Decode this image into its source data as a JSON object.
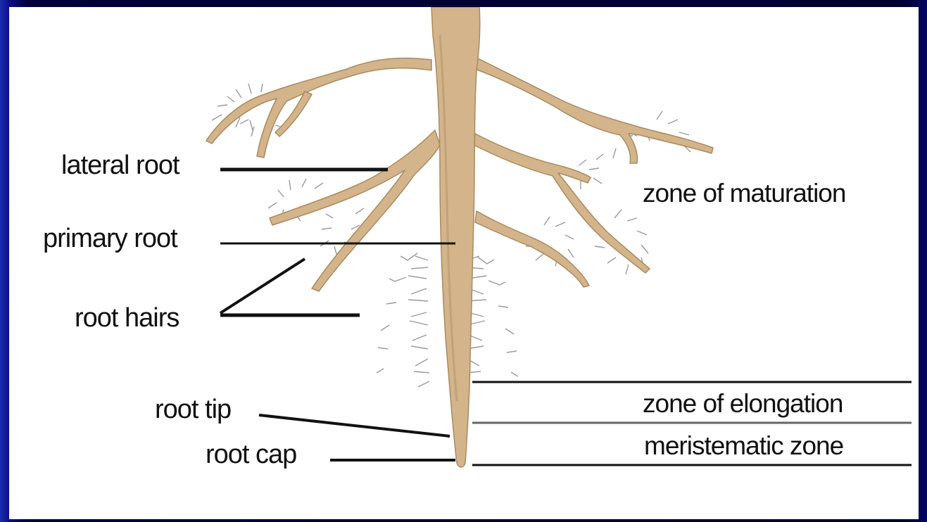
{
  "colors": {
    "background_frame": "#0a0a6e",
    "panel": "#ffffff",
    "root": "#d4b48a",
    "root_shadow": "#b8966a",
    "root_hair": "#9a9a9a",
    "leader_line": "#111111"
  },
  "labels": {
    "lateral_root": "lateral root",
    "primary_root": "primary root",
    "root_hairs": "root hairs",
    "root_tip": "root tip",
    "root_cap": "root cap",
    "zone_of_maturation": "zone of maturation",
    "zone_of_elongation": "zone of elongation",
    "meristematic_zone": "meristematic zone"
  }
}
